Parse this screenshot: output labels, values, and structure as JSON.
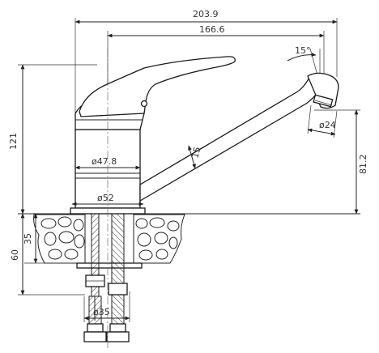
{
  "dimensions": {
    "overall_reach": "203.9",
    "spout_reach": "166.6",
    "spout_angle": "15°",
    "aerator_diameter": "ø24",
    "body_upper_diameter": "ø47.8",
    "spout_tube_diameter": "15",
    "base_diameter": "ø52",
    "total_height": "121",
    "spout_height": "81.2",
    "mount_depth": "35",
    "shank_depth": "60",
    "shank_diameter": "ø35"
  },
  "colors": {
    "line": "#222222",
    "background": "#ffffff"
  }
}
